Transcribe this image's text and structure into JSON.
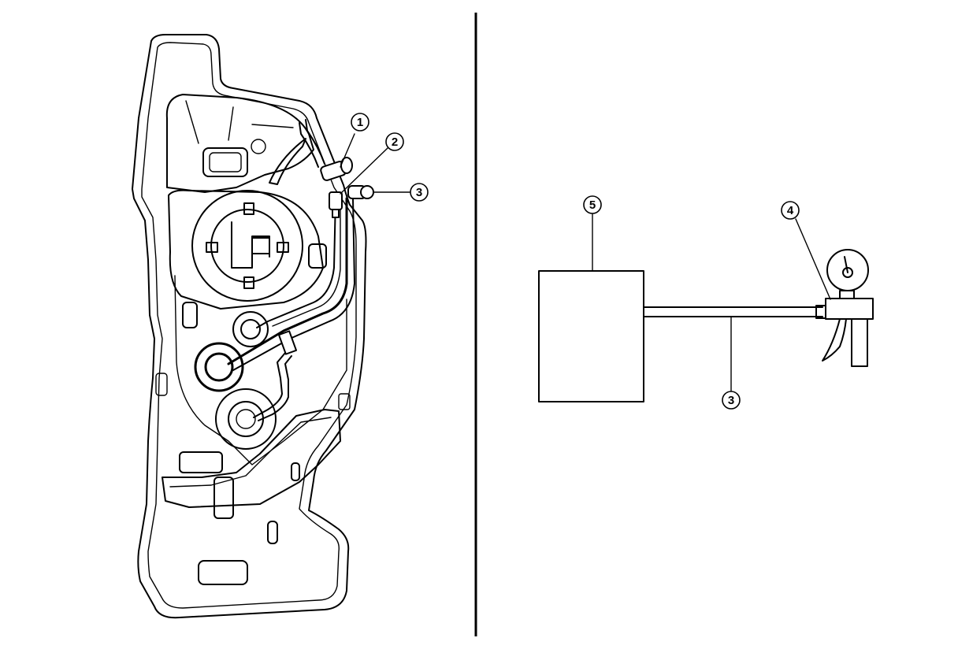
{
  "diagram": {
    "callouts": [
      {
        "id": "c1",
        "label": "1"
      },
      {
        "id": "c2",
        "label": "2"
      },
      {
        "id": "c3a",
        "label": "3"
      },
      {
        "id": "c5",
        "label": "5"
      },
      {
        "id": "c4",
        "label": "4"
      },
      {
        "id": "c3b",
        "label": "3"
      }
    ]
  }
}
